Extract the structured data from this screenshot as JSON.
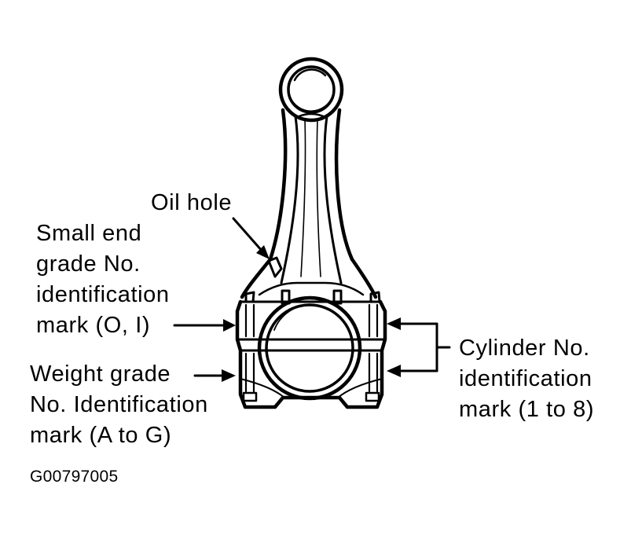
{
  "labels": {
    "oil_hole": "Oil hole",
    "small_end": {
      "lines": [
        "Small end",
        "grade No.",
        "identification",
        "mark (O, I)"
      ]
    },
    "weight_grade": {
      "lines": [
        "Weight grade",
        "No. Identification",
        "mark (A to G)"
      ]
    },
    "cylinder_no": {
      "lines": [
        "Cylinder No.",
        "identification",
        "mark (1 to 8)"
      ]
    }
  },
  "figure_id": "G00797005",
  "colors": {
    "ink": "#000000",
    "paper": "#ffffff"
  }
}
